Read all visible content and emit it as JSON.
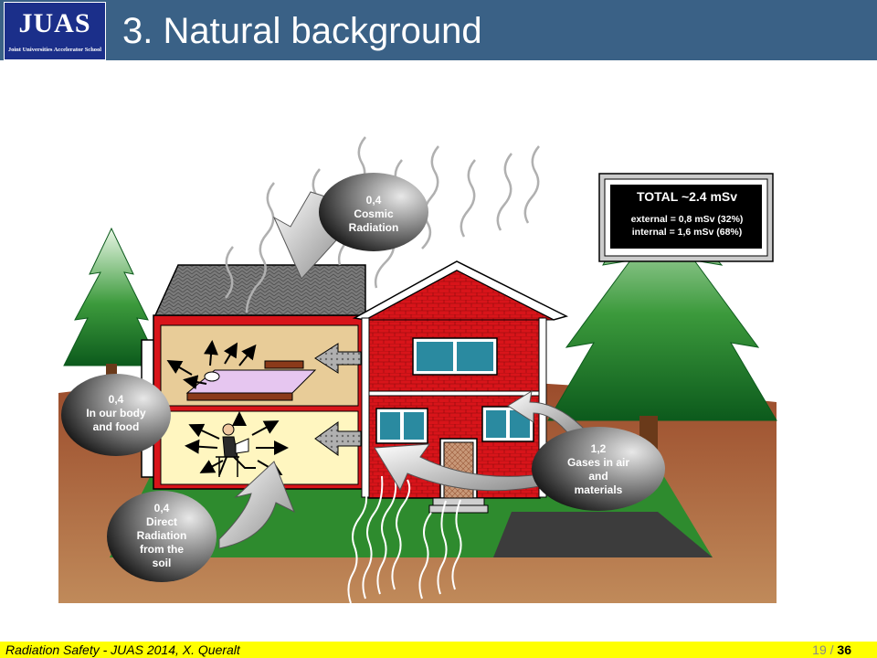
{
  "logo": {
    "text": "JUAS",
    "subtitle": "Joint Universities Accelerator School"
  },
  "slide": {
    "title": "3. Natural background"
  },
  "labels": {
    "cosmic": [
      "0,4",
      "Cosmic",
      "Radiation"
    ],
    "body": [
      "0,4",
      "In our body",
      "and food"
    ],
    "soil": [
      "0,4",
      "Direct",
      "Radiation",
      "from the",
      "soil"
    ],
    "gases": [
      "1,2",
      "Gases in air",
      "and",
      "materials"
    ]
  },
  "total": {
    "title": "TOTAL ~2.4 mSv",
    "external": "external = 0,8 mSv (32%)",
    "internal": "internal  = 1,6 mSv (68%)"
  },
  "footer": {
    "left": "Radiation Safety - JUAS 2014, X. Queralt",
    "current": "19",
    "separator": "/",
    "total": "36"
  },
  "colors": {
    "header": "#3a6186",
    "footer": "#ffff00",
    "house_red": "#d8141a",
    "ground_brown": "#9c5a3a",
    "lawn_green": "#2e8b2e"
  }
}
